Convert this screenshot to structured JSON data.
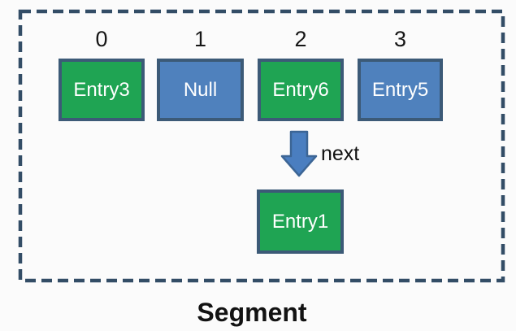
{
  "diagram": {
    "caption": "Segment",
    "arrow_label": "next",
    "slots": [
      {
        "index": "0",
        "label": "Entry3",
        "variant": "green"
      },
      {
        "index": "1",
        "label": "Null",
        "variant": "blue"
      },
      {
        "index": "2",
        "label": "Entry6",
        "variant": "green"
      },
      {
        "index": "3",
        "label": "Entry5",
        "variant": "blue"
      }
    ],
    "linked_entry": {
      "label": "Entry1",
      "variant": "green",
      "linked_from_index": "2"
    },
    "colors": {
      "entry_green_fill": "#1fa453",
      "slot_blue_fill": "#4f81bd",
      "box_border": "#3c5a77",
      "dashed_boundary": "#334d66",
      "arrow_fill": "#4a7ec0",
      "arrow_stroke": "#3c6595",
      "box_text": "#ffffff",
      "label_text": "#111111"
    }
  }
}
